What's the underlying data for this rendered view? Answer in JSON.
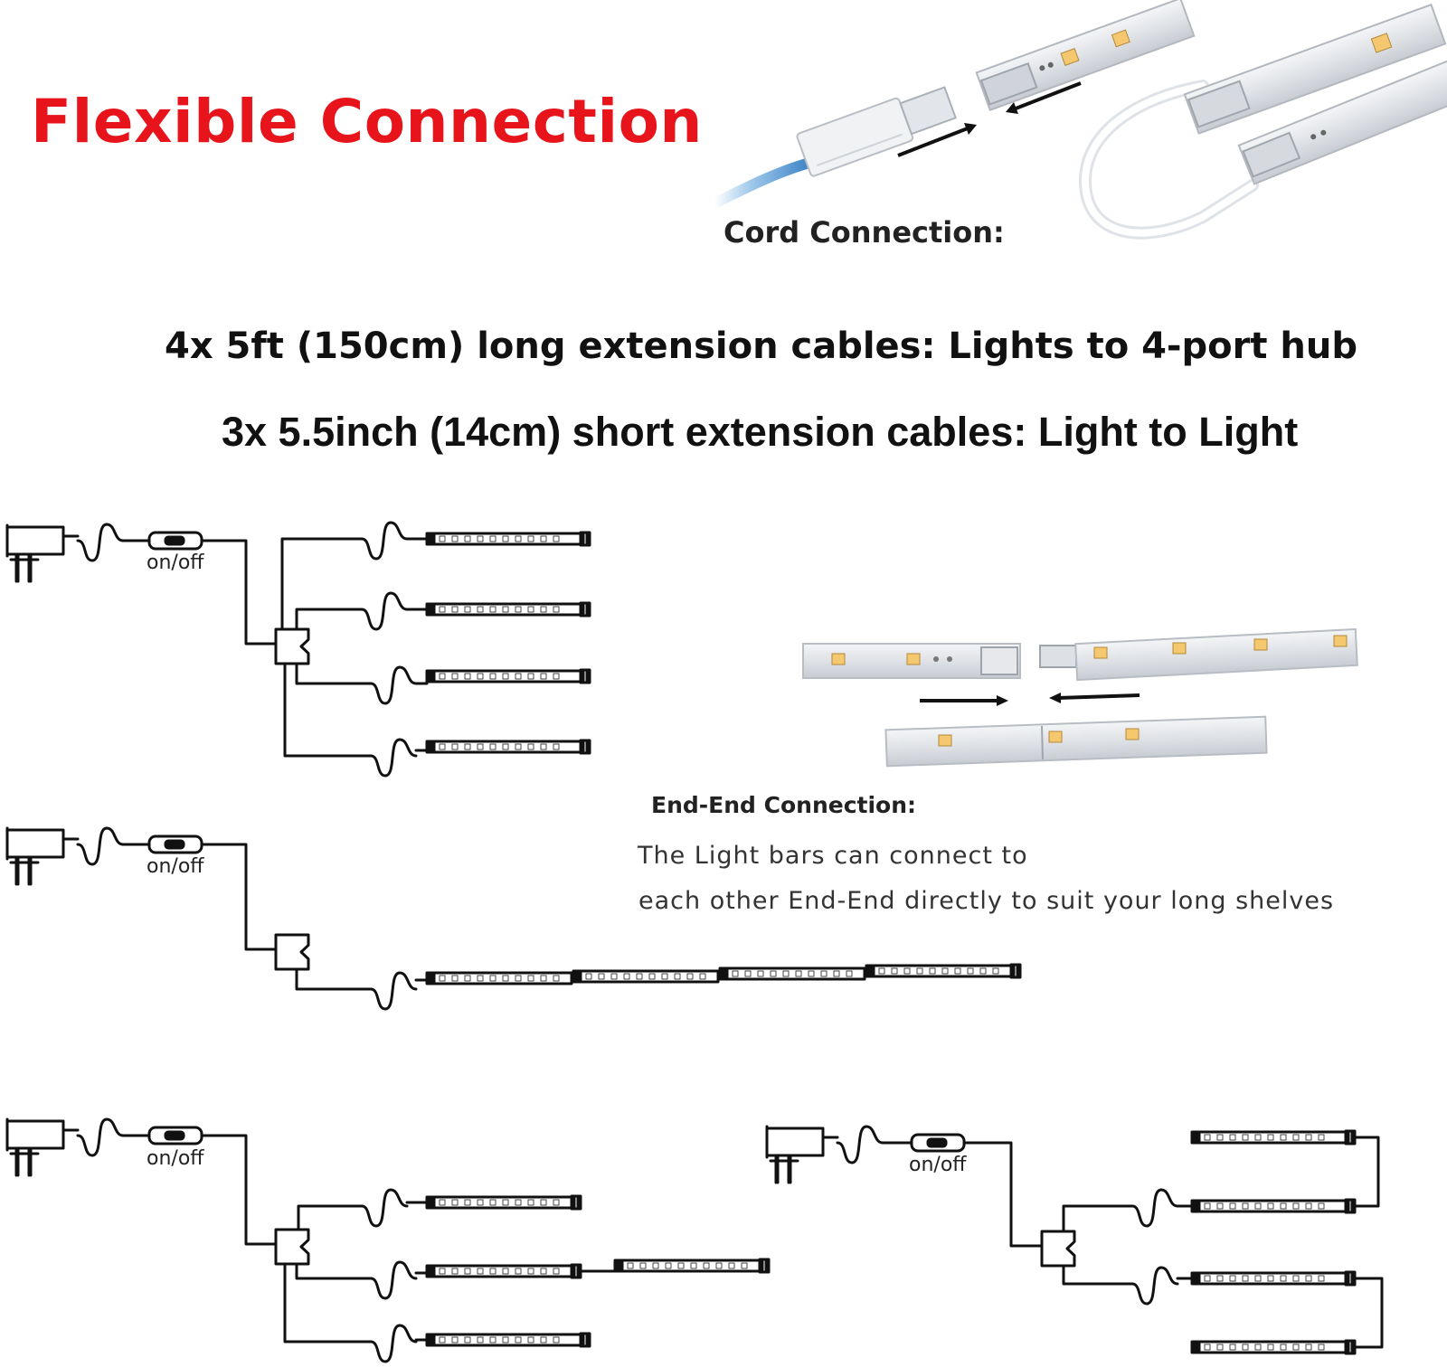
{
  "title": "Flexible Connection",
  "title_color": "#e8141b",
  "cord_connection_label": "Cord Connection:",
  "long_cables_text": "4x 5ft (150cm)  long extension cables: Lights to 4-port hub",
  "short_cables_text": "3x 5.5inch (14cm) short  extension cables: Light to Light",
  "end_end": {
    "title": "End-End Connection:",
    "line1": "The Light bars can connect to",
    "line2": "each other End-End directly to suit your long shelves"
  },
  "switch_label": "on/off"
}
